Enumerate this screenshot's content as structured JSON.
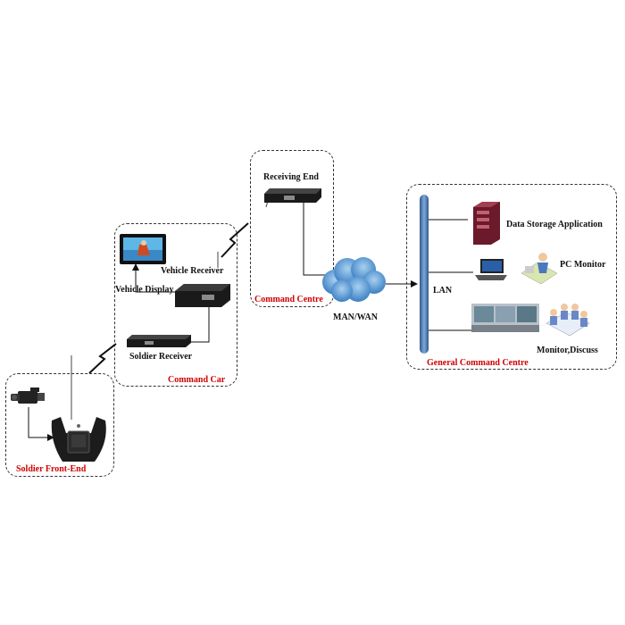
{
  "groups": {
    "soldier_front_end": "Soldier Front-End",
    "command_car": "Command Car",
    "command_centre": "Command Centre",
    "general_command_centre": "General Command Centre"
  },
  "devices": {
    "vehicle_display": "Vehicle Display",
    "vehicle_receiver": "Vehicle Receiver",
    "soldier_receiver": "Soldier Receiver",
    "receiving_end": "Receiving End",
    "man_wan": "MAN/WAN",
    "lan": "LAN",
    "data_storage": "Data Storage Application",
    "pc_monitor": "PC Monitor",
    "monitor_discuss": "Monitor,Discuss"
  },
  "colors": {
    "group_label": "#d00000",
    "cloud": "#4a90d0",
    "lan_bar": "#3f6aa0"
  }
}
